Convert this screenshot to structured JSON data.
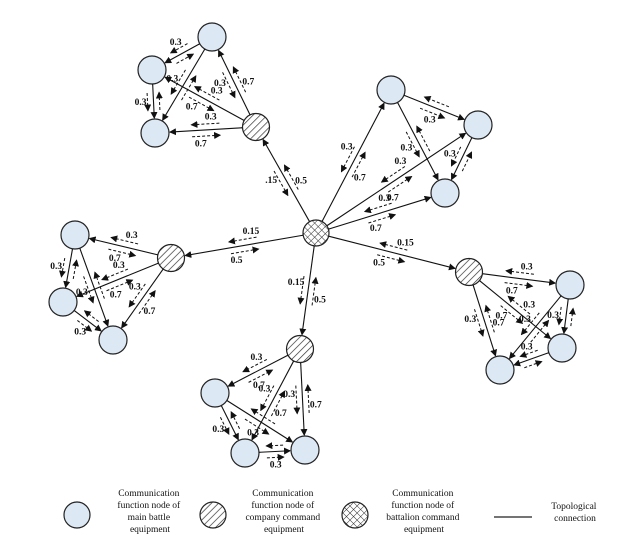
{
  "legend": {
    "main": "Communication function node of main battle equipment",
    "company": "Communication function node of company command equipment",
    "battalion": "Communication function node of battalion command equipment",
    "connection": "Topological connection"
  },
  "styles": {
    "main_fill": "#dde8f5",
    "stroke": "#222222"
  },
  "nodes": [
    {
      "id": "B",
      "type": "battalion"
    },
    {
      "id": "C1",
      "type": "company"
    },
    {
      "id": "C2",
      "type": "company"
    },
    {
      "id": "C3",
      "type": "company"
    },
    {
      "id": "C4",
      "type": "company"
    },
    {
      "id": "M1a",
      "type": "main"
    },
    {
      "id": "M1b",
      "type": "main"
    },
    {
      "id": "M1c",
      "type": "main"
    },
    {
      "id": "M2a",
      "type": "main"
    },
    {
      "id": "M2b",
      "type": "main"
    },
    {
      "id": "M2c",
      "type": "main"
    },
    {
      "id": "M3a",
      "type": "main"
    },
    {
      "id": "M3b",
      "type": "main"
    },
    {
      "id": "M3c",
      "type": "main"
    },
    {
      "id": "M4a",
      "type": "main"
    },
    {
      "id": "M4b",
      "type": "main"
    },
    {
      "id": "M4c",
      "type": "main"
    },
    {
      "id": "M5a",
      "type": "main"
    },
    {
      "id": "M5b",
      "type": "main"
    },
    {
      "id": "M5c",
      "type": "main"
    }
  ],
  "edges": [
    {
      "from": "B",
      "to": "C1",
      "labels": [
        "0.5",
        ".15"
      ]
    },
    {
      "from": "B",
      "to": "C2",
      "labels": [
        "0.15",
        "0.5"
      ]
    },
    {
      "from": "B",
      "to": "C3",
      "labels": [
        "0.15",
        "0.5"
      ]
    },
    {
      "from": "B",
      "to": "C4",
      "labels": [
        "0.5",
        "0.15"
      ]
    },
    {
      "from": "B",
      "to": "M2a",
      "labels": [
        "0.7",
        "0.3"
      ]
    },
    {
      "from": "B",
      "to": "M2b",
      "labels": [
        "0.7",
        "0.3"
      ]
    },
    {
      "from": "B",
      "to": "M2c",
      "labels": [
        "0.7",
        "0.3"
      ]
    },
    {
      "from": "C1",
      "to": "M1a",
      "labels": [
        "0.7",
        "0.3"
      ]
    },
    {
      "from": "C1",
      "to": "M1b",
      "labels": [
        "0.3",
        "0.7"
      ]
    },
    {
      "from": "C1",
      "to": "M1c",
      "labels": [
        "0.3",
        "0.7"
      ]
    },
    {
      "from": "M1a",
      "to": "M1b",
      "labels": [
        "0.3"
      ]
    },
    {
      "from": "M1b",
      "to": "M1c",
      "labels": [
        "0.3"
      ]
    },
    {
      "from": "M1a",
      "to": "M1c",
      "labels": [
        "0.3"
      ]
    },
    {
      "from": "M2a",
      "to": "M2b",
      "labels": [
        "0.3"
      ]
    },
    {
      "from": "M2b",
      "to": "M2c",
      "labels": [
        "0.3"
      ]
    },
    {
      "from": "M2a",
      "to": "M2c",
      "labels": [
        "0.3"
      ]
    },
    {
      "from": "C2",
      "to": "M3a",
      "labels": [
        "0.3",
        "0.7"
      ]
    },
    {
      "from": "C2",
      "to": "M3b",
      "labels": [
        "0.3",
        "0.7"
      ]
    },
    {
      "from": "C2",
      "to": "M3c",
      "labels": [
        "0.3",
        "0.7"
      ]
    },
    {
      "from": "M3a",
      "to": "M3b",
      "labels": [
        "0.3"
      ]
    },
    {
      "from": "M3b",
      "to": "M3c",
      "labels": [
        "0.3"
      ]
    },
    {
      "from": "M3a",
      "to": "M3c",
      "labels": [
        "0.3"
      ]
    },
    {
      "from": "C3",
      "to": "M4a",
      "labels": [
        "0.3",
        "0.7"
      ]
    },
    {
      "from": "C3",
      "to": "M4b",
      "labels": [
        "0.3",
        "0.7"
      ]
    },
    {
      "from": "C3",
      "to": "M4c",
      "labels": [
        "0.3",
        "0.7"
      ]
    },
    {
      "from": "M4a",
      "to": "M4b",
      "labels": [
        "0.3"
      ]
    },
    {
      "from": "M4b",
      "to": "M4c",
      "labels": [
        "0.3"
      ]
    },
    {
      "from": "M4a",
      "to": "M4c",
      "labels": [
        "0.3"
      ]
    },
    {
      "from": "C4",
      "to": "M5a",
      "labels": [
        "0.7",
        "0.3"
      ]
    },
    {
      "from": "C4",
      "to": "M5b",
      "labels": [
        "0.7",
        "0.3"
      ]
    },
    {
      "from": "C4",
      "to": "M5c",
      "labels": [
        "0.3",
        "0.7"
      ]
    },
    {
      "from": "M5a",
      "to": "M5b",
      "labels": [
        "0.3"
      ]
    },
    {
      "from": "M5b",
      "to": "M5c",
      "labels": [
        "0.3"
      ]
    },
    {
      "from": "M5a",
      "to": "M5c",
      "labels": [
        "0.3"
      ]
    }
  ]
}
